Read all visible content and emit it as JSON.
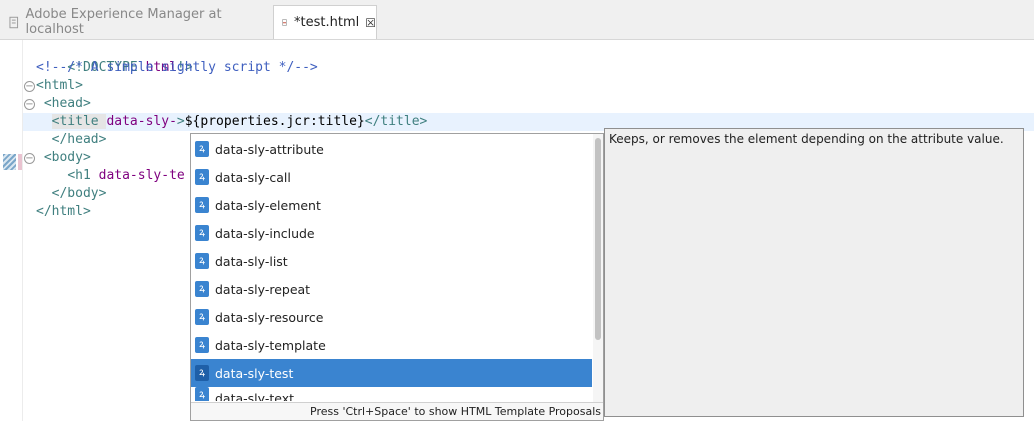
{
  "tabs": [
    {
      "label": "Adobe Experience Manager at localhost",
      "active": false,
      "icon": "page-icon"
    },
    {
      "label": "*test.html",
      "active": true,
      "icon": "html-file-icon",
      "close": "☒"
    }
  ],
  "code": {
    "l1": {
      "a": "<!DOCTYPE ",
      "b": "html",
      "c": "!>"
    },
    "l2": "<!--/* A simple sightly script */-->",
    "l3": {
      "open": "<html>"
    },
    "l4": {
      "open": " <head>"
    },
    "l5": {
      "a": "<title ",
      "b": "data-sly-",
      "c": ">",
      "d": "${properties.jcr:title}",
      "e": "</title>"
    },
    "l6": "</head>",
    "l7": " <body>",
    "l8": {
      "a": "<h1 ",
      "b": "data-sly-te"
    },
    "l9": "</body>",
    "l10": "</html>"
  },
  "completion": {
    "items": [
      "data-sly-attribute",
      "data-sly-call",
      "data-sly-element",
      "data-sly-include",
      "data-sly-list",
      "data-sly-repeat",
      "data-sly-resource",
      "data-sly-template",
      "data-sly-test",
      "data-sly-text"
    ],
    "selected_index": 8,
    "status": "Press 'Ctrl+Space' to show HTML Template Proposals"
  },
  "info": {
    "text": "Keeps, or removes the element depending on the attribute value."
  },
  "colors": {
    "selection": "#3a84d0",
    "tag": "#3f7f7f",
    "attr": "#7f007f",
    "comment": "#3f5fbf"
  }
}
